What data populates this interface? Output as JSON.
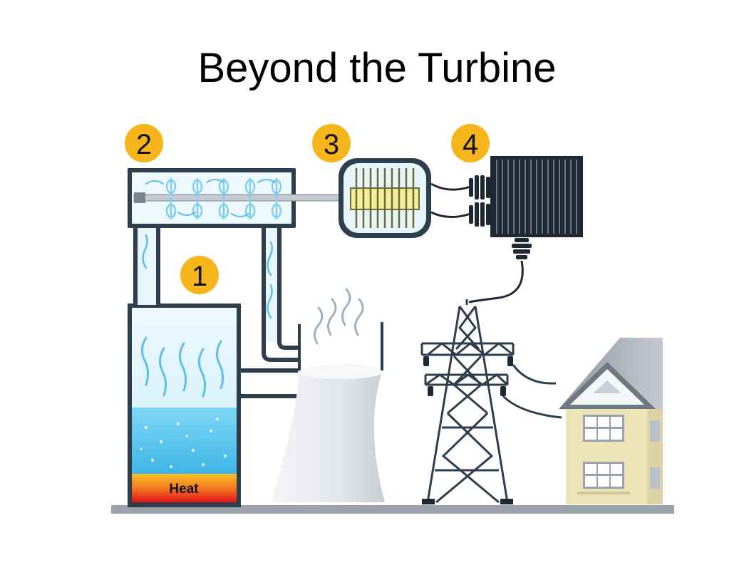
{
  "slide": {
    "title": "Beyond the Turbine"
  },
  "diagram": {
    "steps": [
      "1",
      "2",
      "3",
      "4"
    ],
    "heat_label": "Heat"
  },
  "colors": {
    "badge": "#f5b51b",
    "pipe_outline": "#2f3e4c",
    "water": "#5ec8ef",
    "steam_tank": "#d9f1fb",
    "transformer": "#1e2833",
    "heat_top": "#f7a51c",
    "heat_bottom": "#e8161b",
    "house_wall": "#ece3b9",
    "roof": "#7d8590",
    "ground": "#9aa2ab"
  }
}
